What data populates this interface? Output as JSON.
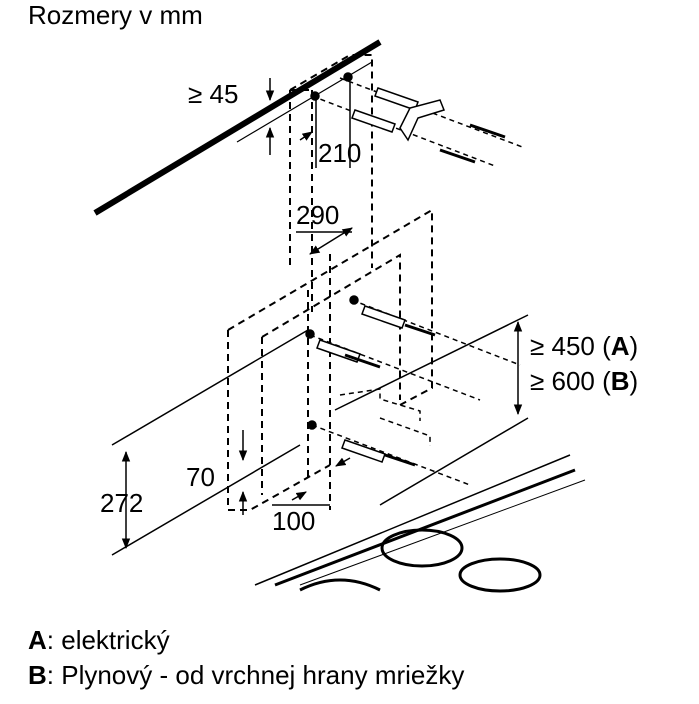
{
  "title": "Rozmery v mm",
  "dimensions": {
    "ceiling_clearance": "≥ 45",
    "bracket_spacing": "210",
    "duct_width": "290",
    "hood_height": "272",
    "screw_offset": "70",
    "bottom_offset": "100"
  },
  "clearance": {
    "line_a_prefix": "≥ 450 (",
    "line_a_letter": "A",
    "line_a_suffix": ")",
    "line_b_prefix": "≥ 600 (",
    "line_b_letter": "B",
    "line_b_suffix": ")"
  },
  "legend": {
    "a_key": "A",
    "a_text": ": elektrický",
    "b_key": "B",
    "b_text": ": Plynový - od vrchnej hrany mriežky"
  }
}
